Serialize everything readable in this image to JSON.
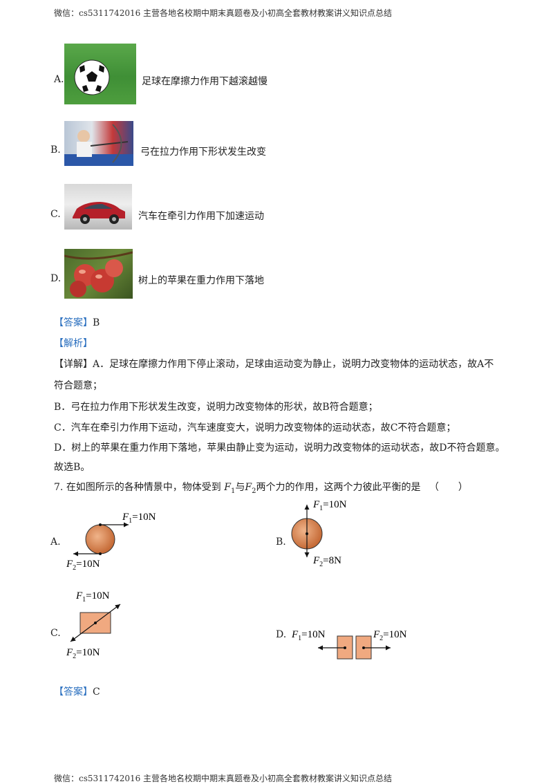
{
  "header": {
    "text": "微信：cs5311742016 主营各地名校期中期末真题卷及小初高全套教材教案讲义知识点总结"
  },
  "footer": {
    "text": "微信：cs5311742016 主营各地名校期中期末真题卷及小初高全套教材教案讲义知识点总结"
  },
  "prev_question": {
    "options": [
      {
        "letter": "A.",
        "text": "足球在摩擦力作用下越滚越慢",
        "image": "soccer-ball-photo"
      },
      {
        "letter": "B.",
        "text": "弓在拉力作用下形状发生改变",
        "image": "archer-photo"
      },
      {
        "letter": "C.",
        "text": "汽车在牵引力作用下加速运动",
        "image": "red-car-photo"
      },
      {
        "letter": "D.",
        "text": "树上的苹果在重力作用下落地",
        "image": "apples-photo"
      }
    ],
    "answer_tag": "【答案】",
    "answer_value": "B",
    "analysis_tag": "【解析】",
    "detail_tag": "【详解】",
    "detail_lines": [
      "A．足球在摩擦力作用下停止滚动，足球由运动变为静止，说明力改变物体的运动状态，故A不",
      "符合题意；",
      "B．弓在拉力作用下形状发生改变，说明力改变物体的形状，故B符合题意；",
      "C．汽车在牵引力作用下运动，汽车速度变大，说明力改变物体的运动状态，故C不符合题意；",
      "D．树上的苹果在重力作用下落地，苹果由静止变为运动，说明力改变物体的运动状态，故D不符合题意。",
      "故选B。"
    ]
  },
  "question7": {
    "number": "7.",
    "text_before": "在如图所示的各种情景中，物体受到",
    "f1_label": "F",
    "f1_sub": "1",
    "joiner": "与",
    "f2_label": "F",
    "f2_sub": "2",
    "text_after": "两个力的作用，这两个力彼此平衡的是",
    "bracket": "（　　）",
    "diagrams": {
      "A": {
        "letter": "A.",
        "f1": "F",
        "f1_sub": "1",
        "f1_val": "=10N",
        "f2": "F",
        "f2_sub": "2",
        "f2_val": "=10N"
      },
      "B": {
        "letter": "B.",
        "f1": "F",
        "f1_sub": "1",
        "f1_val": "=10N",
        "f2": "F",
        "f2_sub": "2",
        "f2_val": "=8N"
      },
      "C": {
        "letter": "C.",
        "f1": "F",
        "f1_sub": "1",
        "f1_val": "=10N",
        "f2": "F",
        "f2_sub": "2",
        "f2_val": "=10N"
      },
      "D": {
        "letter": "D.",
        "f1": "F",
        "f1_sub": "1",
        "f1_val": "=10N",
        "f2": "F",
        "f2_sub": "2",
        "f2_val": "=10N"
      }
    },
    "answer_tag": "【答案】",
    "answer_value": "C"
  },
  "colors": {
    "tag": "#2a6fbf",
    "object_fill": "#e8a57a",
    "ball_fill": "#d9804a"
  }
}
